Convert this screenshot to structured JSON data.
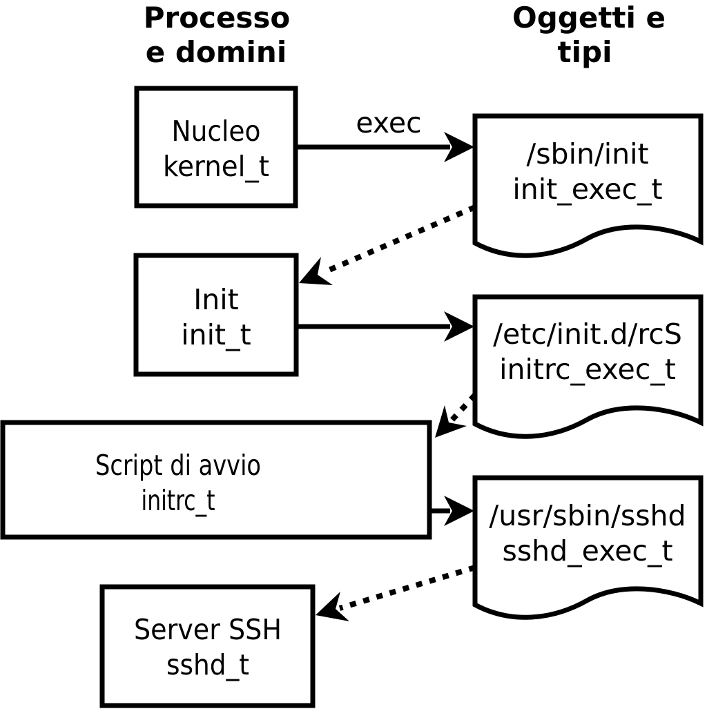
{
  "columns": {
    "processes": {
      "line1": "Processo",
      "line2": "e domini"
    },
    "objects": {
      "line1": "Oggetti e",
      "line2": "tipi"
    }
  },
  "processes": [
    {
      "label": "Nucleo",
      "type": "kernel_t"
    },
    {
      "label": "Init",
      "type": "init_t"
    },
    {
      "label": "Script di avvio",
      "type": "initrc_t"
    },
    {
      "label": "Server SSH",
      "type": "sshd_t"
    }
  ],
  "objects": [
    {
      "label": "/sbin/init",
      "type": "init_exec_t"
    },
    {
      "label": "/etc/init.d/rcS",
      "type": "initrc_exec_t"
    },
    {
      "label": "/usr/sbin/sshd",
      "type": "sshd_exec_t"
    }
  ],
  "edges": [
    {
      "from": "kernel_t",
      "to": "init_exec_t",
      "style": "solid",
      "label": "exec"
    },
    {
      "from": "init_exec_t",
      "to": "init_t",
      "style": "dotted",
      "label": ""
    },
    {
      "from": "init_t",
      "to": "initrc_exec_t",
      "style": "solid",
      "label": ""
    },
    {
      "from": "initrc_exec_t",
      "to": "initrc_t",
      "style": "dotted",
      "label": ""
    },
    {
      "from": "initrc_t",
      "to": "sshd_exec_t",
      "style": "solid",
      "label": ""
    },
    {
      "from": "sshd_exec_t",
      "to": "sshd_t",
      "style": "dotted",
      "label": ""
    }
  ],
  "colors": {
    "ink": "#000000",
    "paper": "#ffffff"
  }
}
